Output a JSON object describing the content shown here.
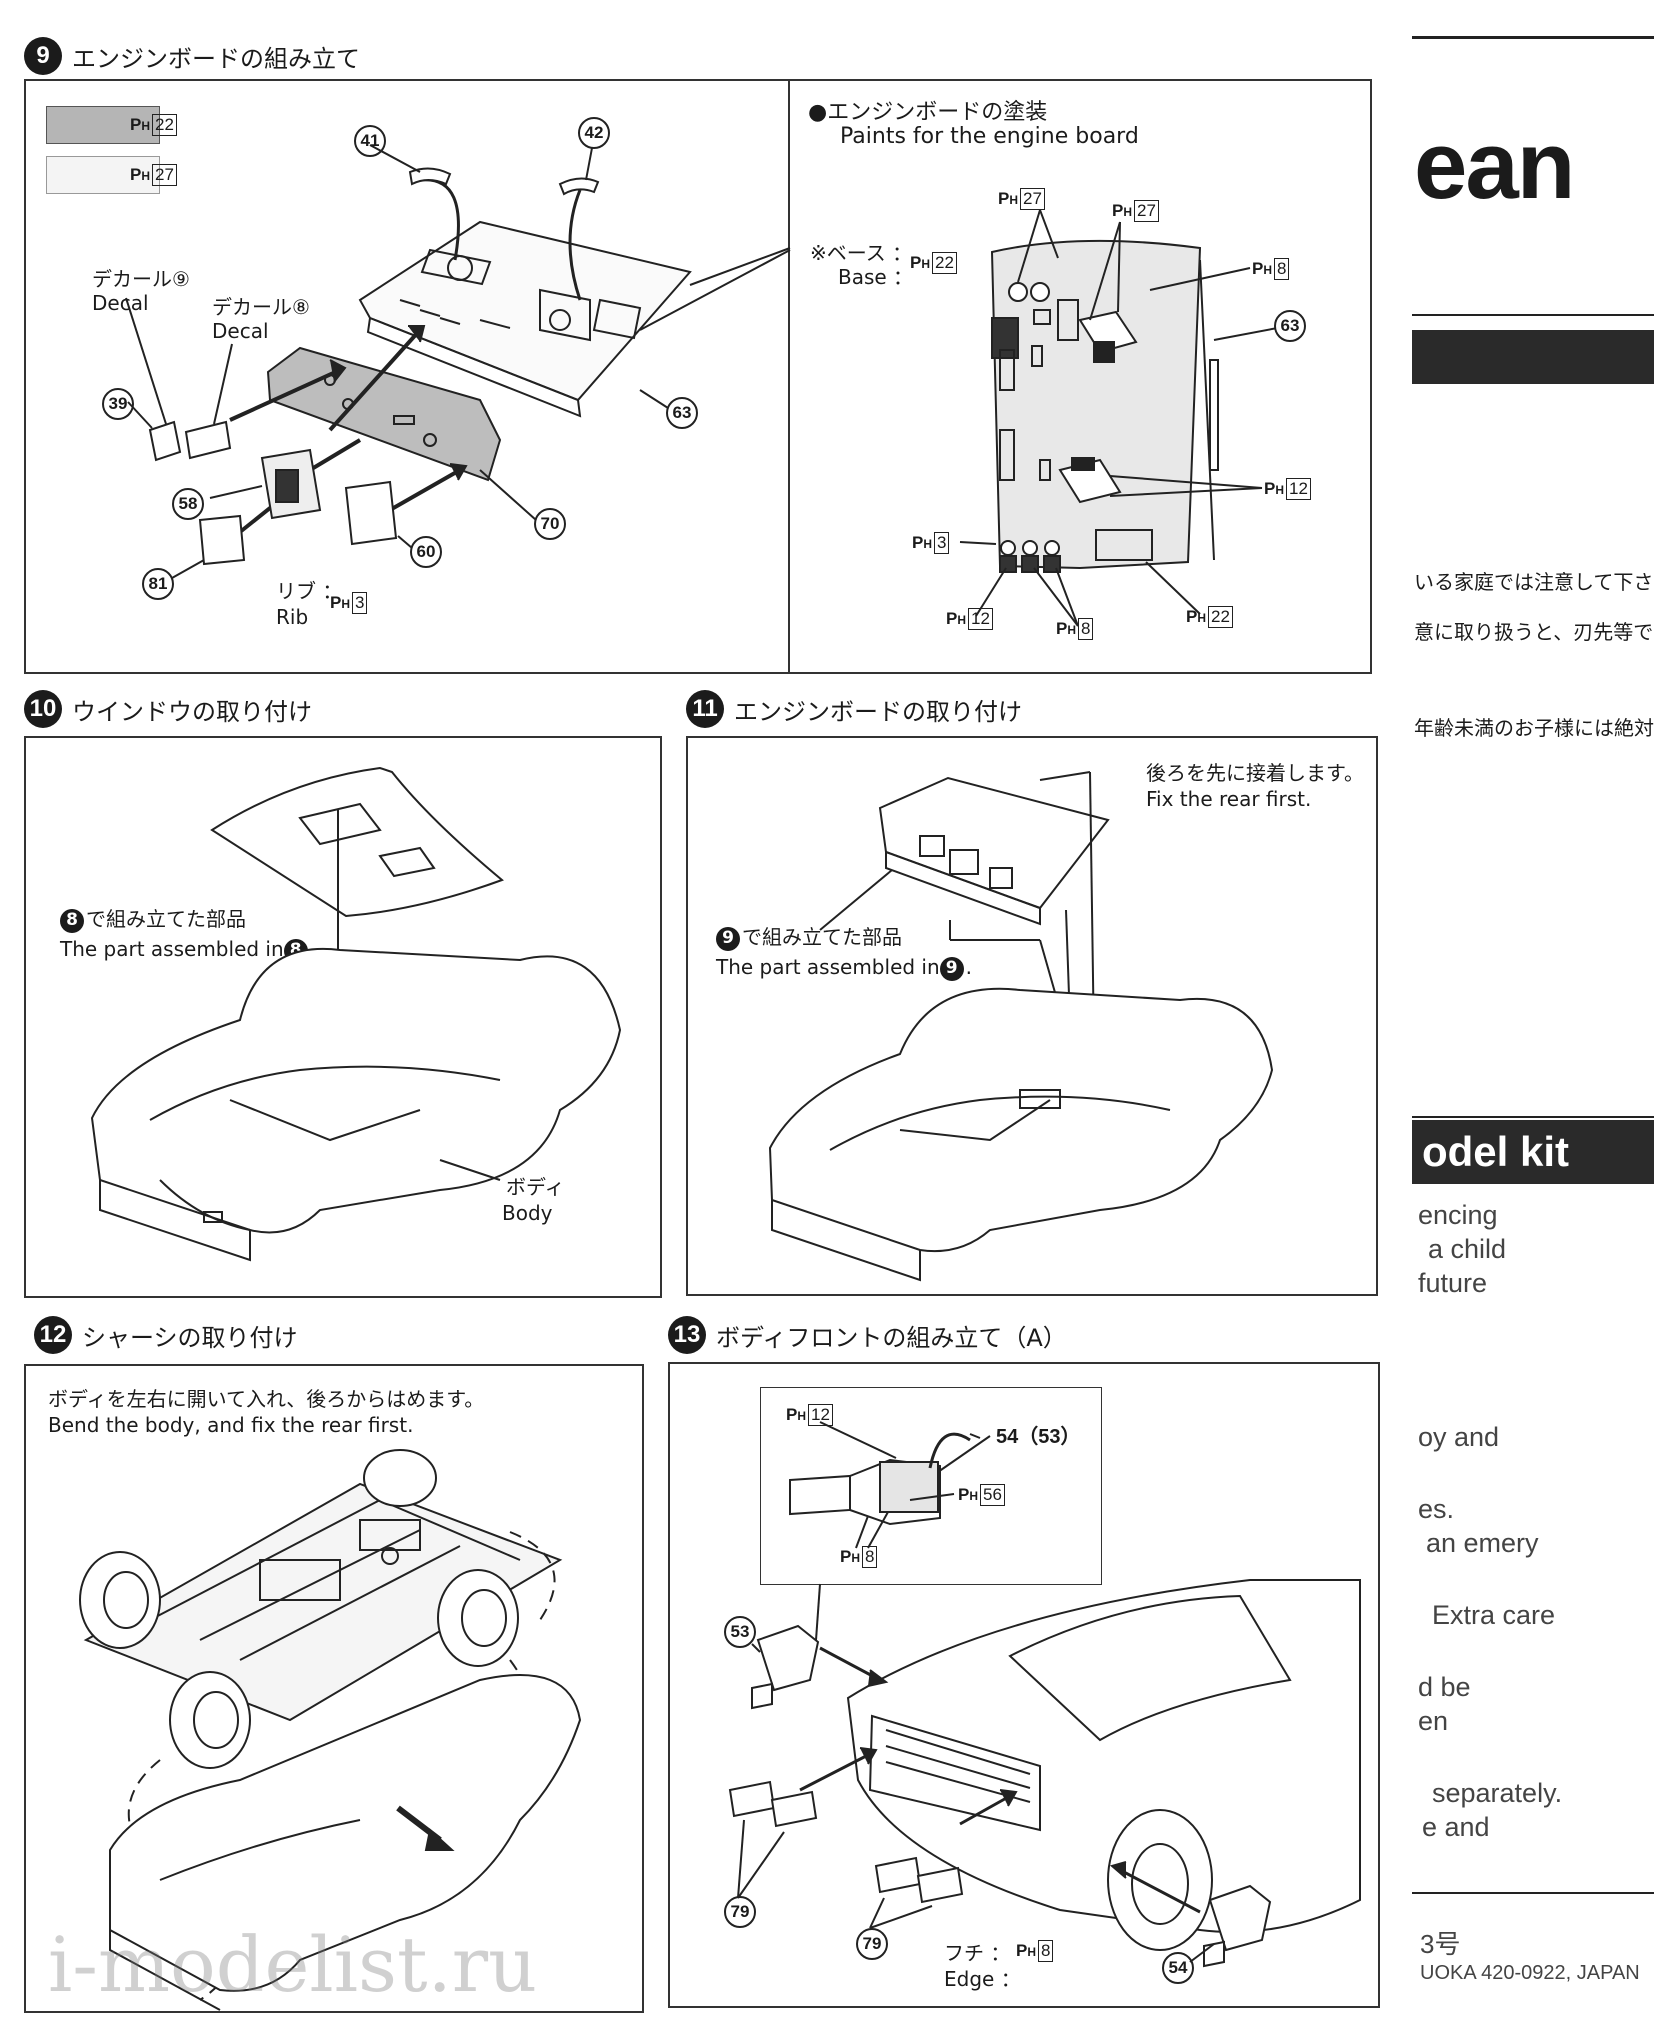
{
  "steps": {
    "s9": {
      "num": "9",
      "title": "エンジンボードの組み立て",
      "paint_main": [
        "22",
        "27"
      ],
      "decal9_jp": "デカール⑨",
      "decal9_en": "Decal",
      "decal8_jp": "デカール⑧",
      "decal8_en": "Decal",
      "rib_jp": "リブ",
      "rib_en": "Rib",
      "rib_ph": "3",
      "parts": [
        "41",
        "42",
        "63",
        "39",
        "58",
        "70",
        "81",
        "60"
      ],
      "paint_title_jp": "●エンジンボードの塗装",
      "paint_title_en": "Paints for the engine board",
      "base_jp": "※ベース",
      "base_en": "Base",
      "base_ph": "22",
      "board_ph": [
        "27",
        "27",
        "8",
        "12",
        "3",
        "12",
        "8",
        "22"
      ],
      "board_part": "63"
    },
    "s10": {
      "num": "10",
      "title": "ウインドウの取り付け",
      "assembled_jp": "で組み立てた部品",
      "assembled_en": "The part assembled in",
      "ref": "8",
      "body_jp": "ボディ",
      "body_en": "Body"
    },
    "s11": {
      "num": "11",
      "title": "エンジンボードの取り付け",
      "note_jp": "後ろを先に接着します。",
      "note_en": "Fix the rear first.",
      "assembled_jp": "で組み立てた部品",
      "assembled_en": "The part assembled in",
      "ref": "9"
    },
    "s12": {
      "num": "12",
      "title": "シャーシの取り付け",
      "note_jp": "ボディを左右に開いて入れ、後ろからはめます。",
      "note_en": "Bend the body, and fix the rear first."
    },
    "s13": {
      "num": "13",
      "title": "ボディフロントの組み立て（A）",
      "ph_top": "12",
      "ph_right": "56",
      "ph_bottom": "8",
      "part_54_53": "54（53）",
      "parts": [
        "53",
        "79",
        "79",
        "54"
      ],
      "edge_jp": "フチ",
      "edge_en": "Edge",
      "edge_ph": "8"
    }
  },
  "right_column": {
    "logo_frag": "ean",
    "jp_line1": "いる家庭では注意して下さい",
    "jp_line2": "意に取り扱うと、刃先等で手、",
    "jp_line3": "年齢未満のお子様には絶対に",
    "kit_frag": "odel kit",
    "en_lines": [
      "encing",
      "a child",
      "future",
      "oy and",
      "es.",
      "an emery",
      "Extra care",
      "d be",
      "en",
      "separately.",
      "e and"
    ],
    "addr1": "3号",
    "addr2": "UOKA 420-0922, JAPAN"
  },
  "watermark": "i-modelist.ru"
}
